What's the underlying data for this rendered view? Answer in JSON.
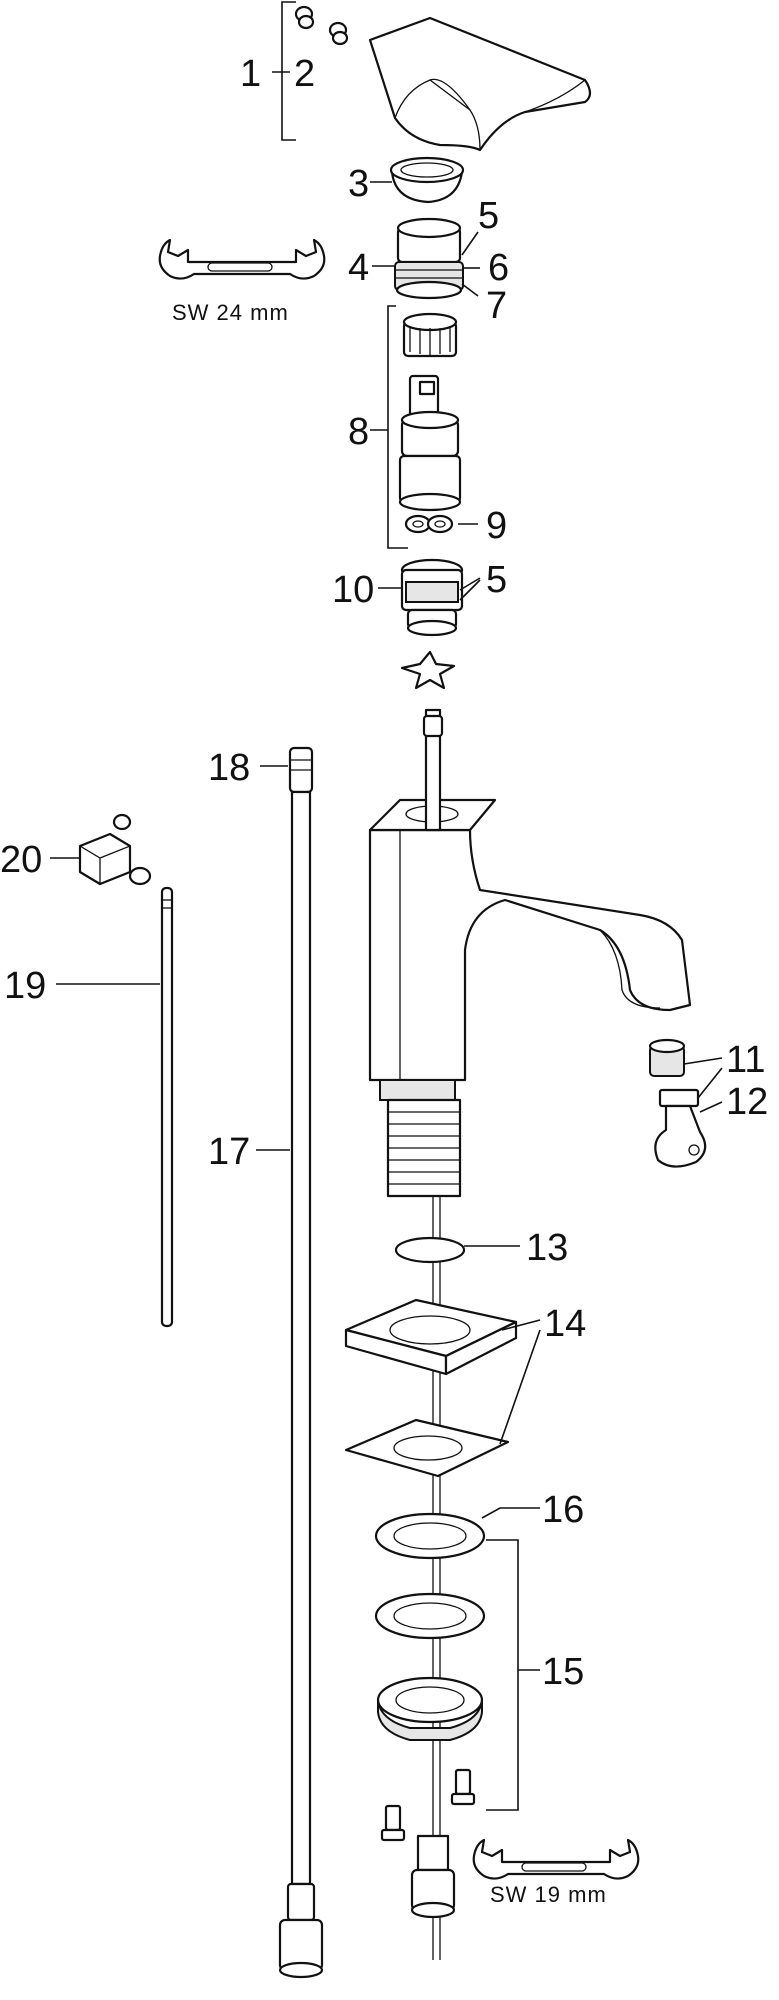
{
  "callouts": {
    "c1": "1",
    "c2": "2",
    "c3": "3",
    "c4": "4",
    "c5a": "5",
    "c6": "6",
    "c7": "7",
    "c8": "8",
    "c9": "9",
    "c10": "10",
    "c5b": "5",
    "c11": "11",
    "c12": "12",
    "c13": "13",
    "c14": "14",
    "c15": "15",
    "c16": "16",
    "c17": "17",
    "c18": "18",
    "c19": "19",
    "c20": "20"
  },
  "wrenches": {
    "upper": "SW 24 mm",
    "lower": "SW 19 mm"
  },
  "icons": {
    "handle": "lever-handle-icon",
    "spout": "faucet-body-icon",
    "hose": "supply-hose-icon",
    "wrench": "wrench-icon"
  }
}
